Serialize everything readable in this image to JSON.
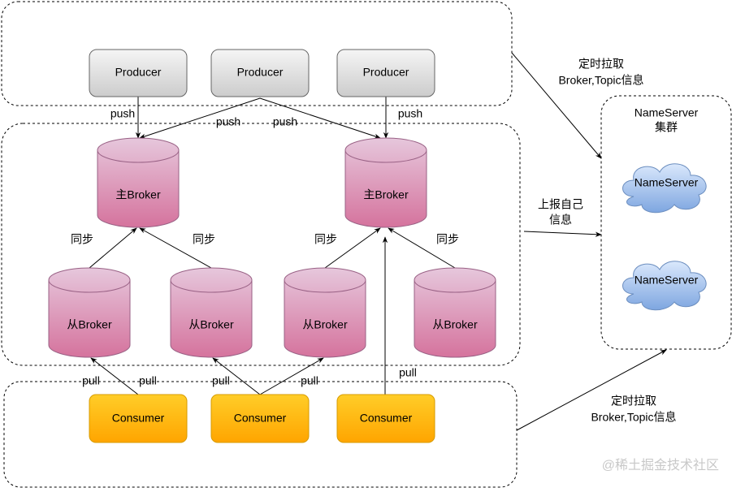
{
  "producers": [
    {
      "label": "Producer"
    },
    {
      "label": "Producer"
    },
    {
      "label": "Producer"
    }
  ],
  "master_brokers": [
    {
      "label": "主Broker"
    },
    {
      "label": "主Broker"
    }
  ],
  "slave_brokers": [
    {
      "label": "从Broker"
    },
    {
      "label": "从Broker"
    },
    {
      "label": "从Broker"
    },
    {
      "label": "从Broker"
    }
  ],
  "consumers": [
    {
      "label": "Consumer"
    },
    {
      "label": "Consumer"
    },
    {
      "label": "Consumer"
    }
  ],
  "edge_labels": {
    "push": [
      "push",
      "push",
      "push",
      "push"
    ],
    "sync": [
      "同步",
      "同步",
      "同步",
      "同步"
    ],
    "pull": [
      "pull",
      "pull",
      "pull",
      "pull",
      "pull"
    ]
  },
  "nameserver_cluster": {
    "title_line1": "NameServer",
    "title_line2": "集群",
    "nodes": [
      {
        "label": "NameServer"
      },
      {
        "label": "NameServer"
      }
    ]
  },
  "annotations": {
    "producer_fetch": [
      "定时拉取",
      "Broker,Topic信息"
    ],
    "broker_report": [
      "上报自己",
      "信息"
    ],
    "consumer_fetch": [
      "定时拉取",
      "Broker,Topic信息"
    ]
  },
  "watermark": "@稀土掘金技术社区",
  "colors": {
    "producer_top": "#f5f5f5",
    "producer_bottom": "#cccccc",
    "broker_top": "#e6c7dc",
    "broker_bottom": "#d5739d",
    "consumer_top": "#ffcd28",
    "consumer_bottom": "#ffa500",
    "cloud_top": "#dae8fc",
    "cloud_bottom": "#7ea6e0"
  }
}
